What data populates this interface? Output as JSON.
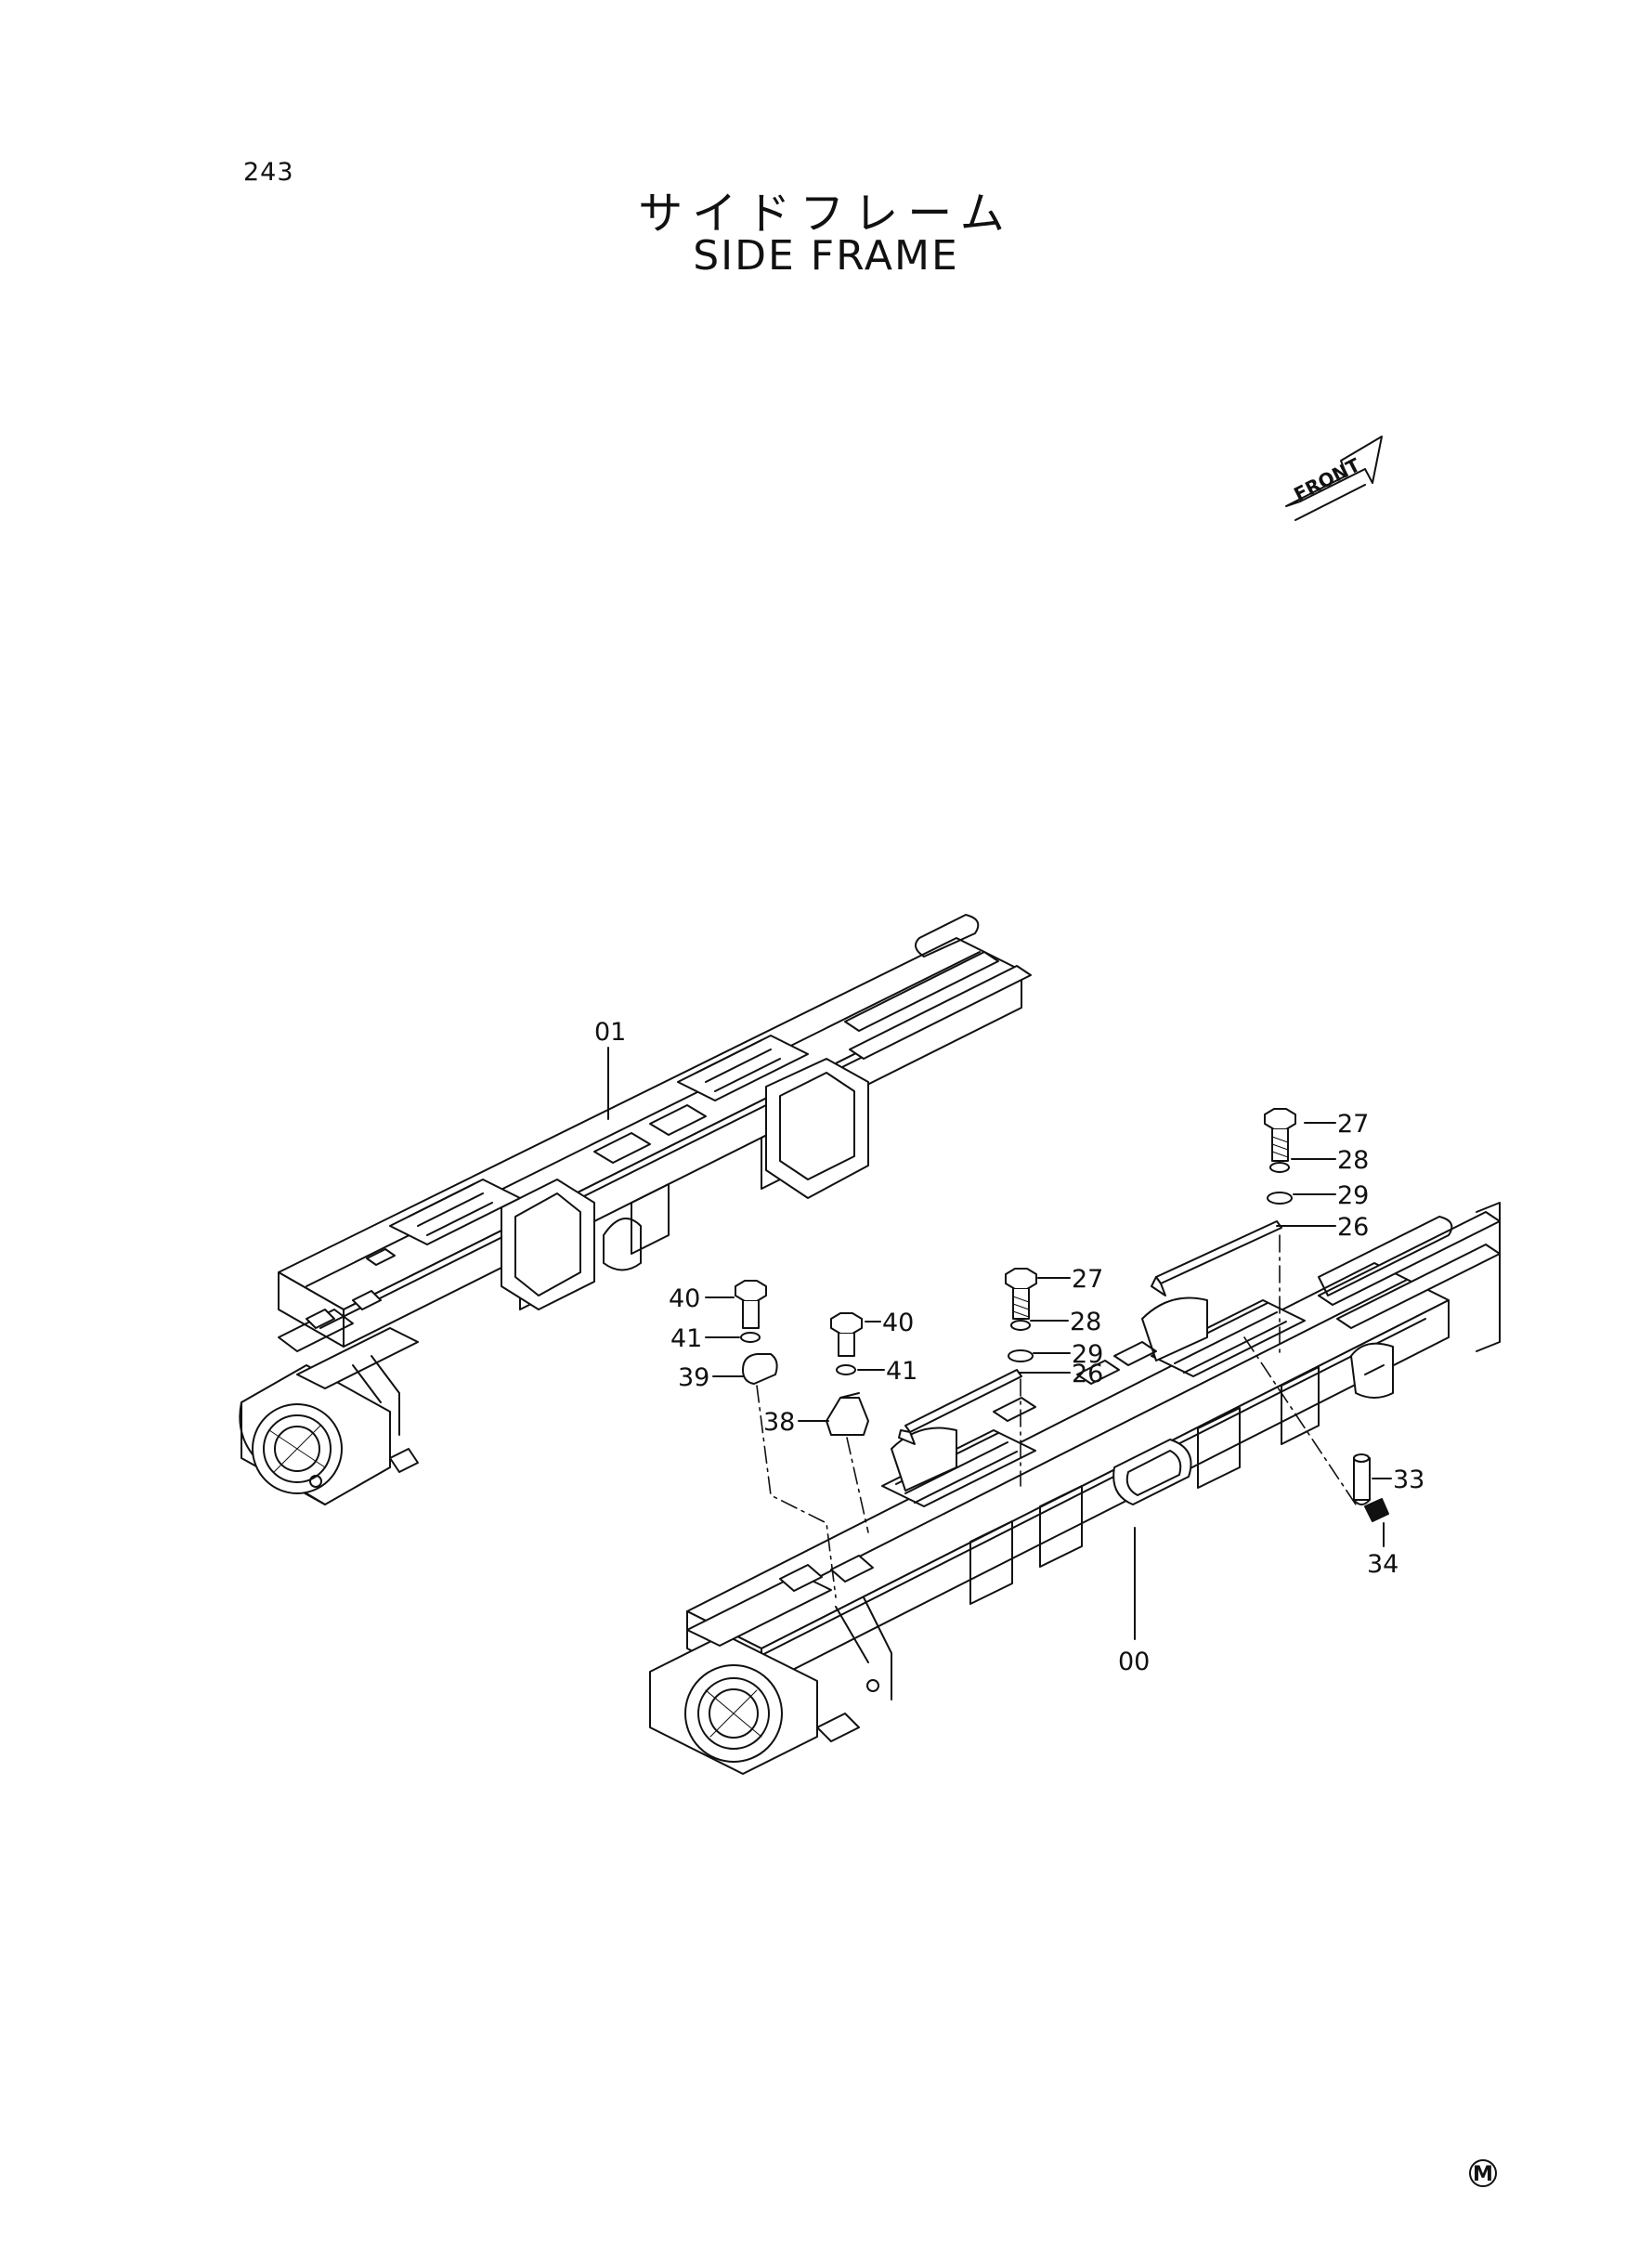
{
  "page_number": "243",
  "title_jp": "サイドフレーム",
  "title_en": "SIDE FRAME",
  "front_label": "FRONT",
  "corner_mark": "M",
  "labels": {
    "p01": "01",
    "p00": "00",
    "p27a": "27",
    "p28a": "28",
    "p29a": "29",
    "p26a": "26",
    "p27b": "27",
    "p28b": "28",
    "p29b": "29",
    "p26b": "26",
    "p40a": "40",
    "p41a": "41",
    "p39": "39",
    "p40b": "40",
    "p41b": "41",
    "p38": "38",
    "p33": "33",
    "p34": "34"
  }
}
